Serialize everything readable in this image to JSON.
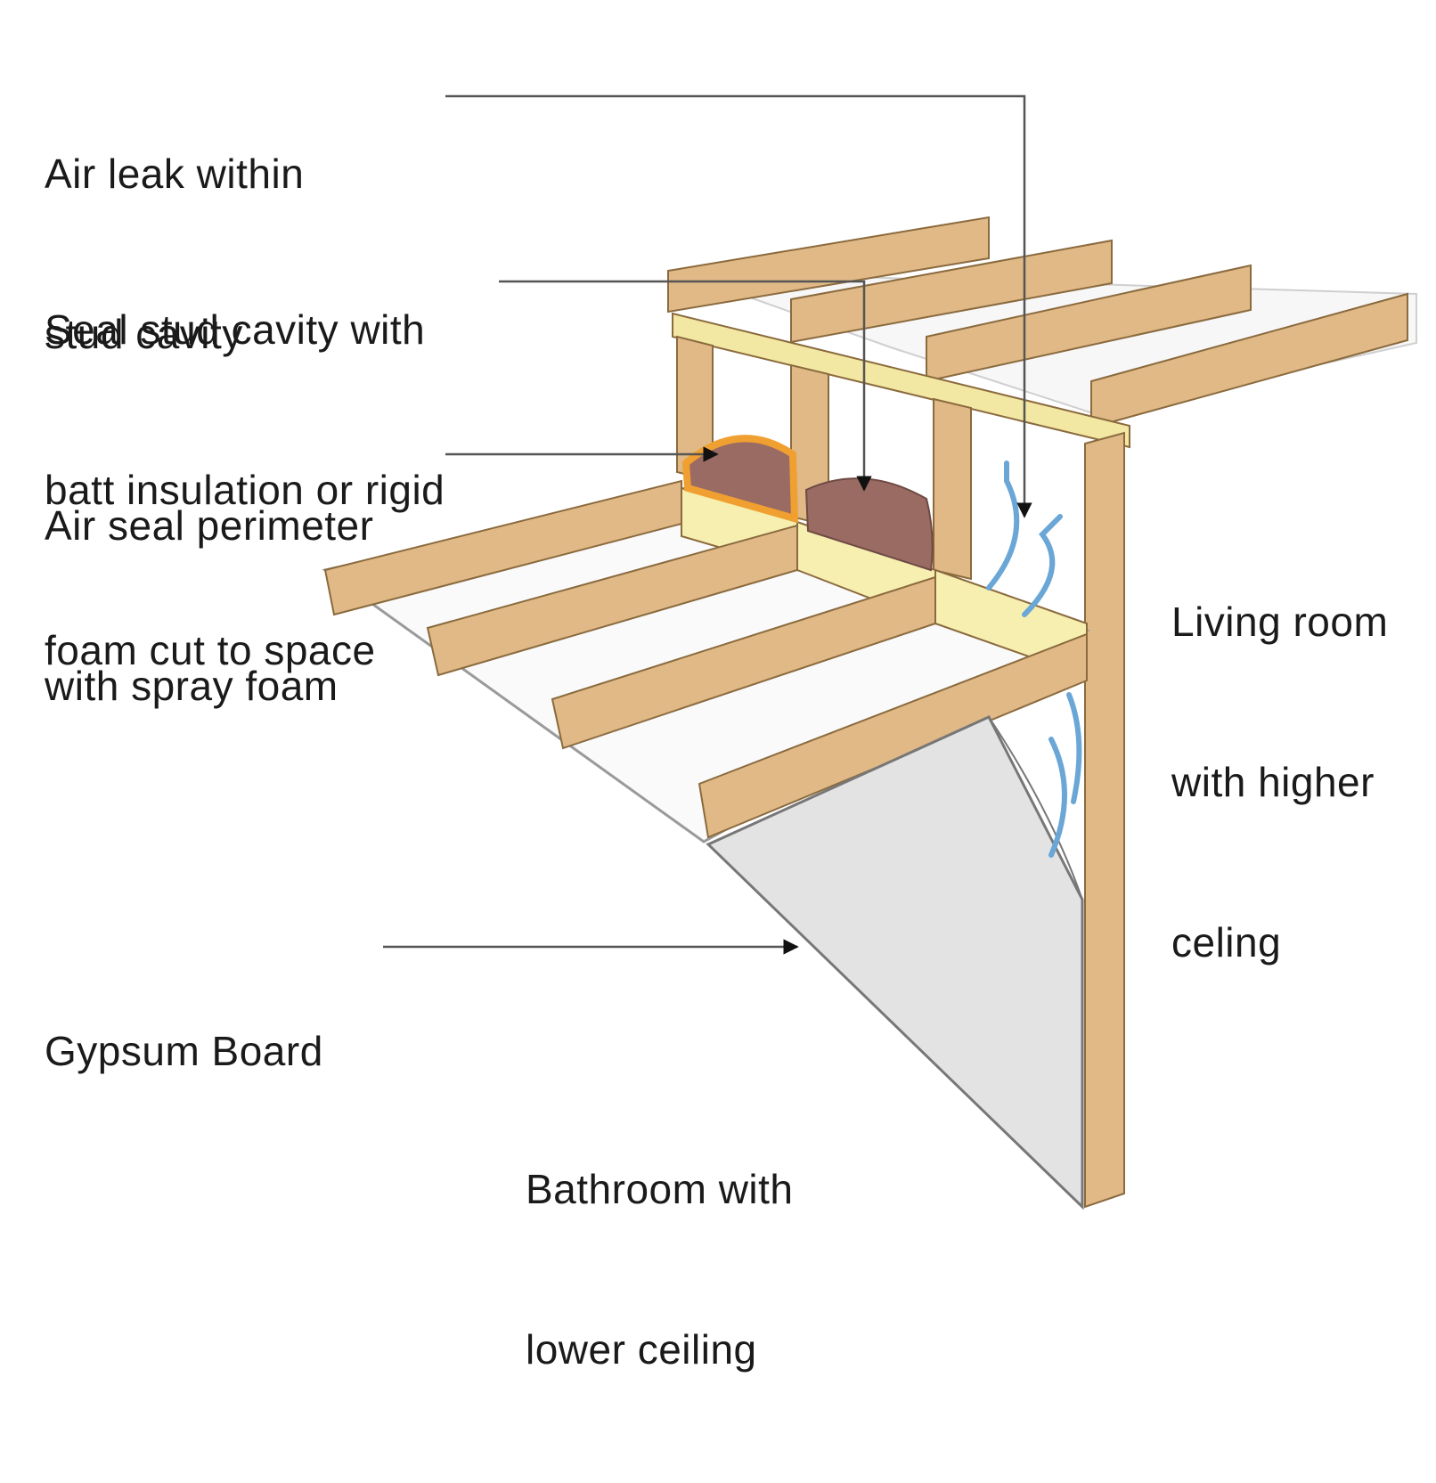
{
  "labels": {
    "air_leak": [
      "Air leak within",
      "stud cavity"
    ],
    "seal_cavity": [
      "Seal stud cavity with",
      "batt insulation or rigid",
      "foam cut to space"
    ],
    "air_seal_perimeter": [
      "Air seal perimeter",
      "with spray foam"
    ],
    "gypsum_board": [
      "Gypsum Board"
    ],
    "living_room": [
      "Living room",
      "with higher",
      "celing"
    ],
    "bathroom": [
      "Bathroom with",
      "lower ceiling"
    ]
  },
  "colors": {
    "lumber_face": "#e0b987",
    "lumber_top": "#f3e8a3",
    "lumber_edge": "#8a6a3e",
    "blocking": "#f7efb0",
    "insulation": "#9a6b63",
    "insulation_top": "#c39488",
    "spray_foam": "#f0a030",
    "gypsum": "#e3e3e3",
    "air_arrow": "#6aa6d6",
    "leader": "#555555"
  }
}
